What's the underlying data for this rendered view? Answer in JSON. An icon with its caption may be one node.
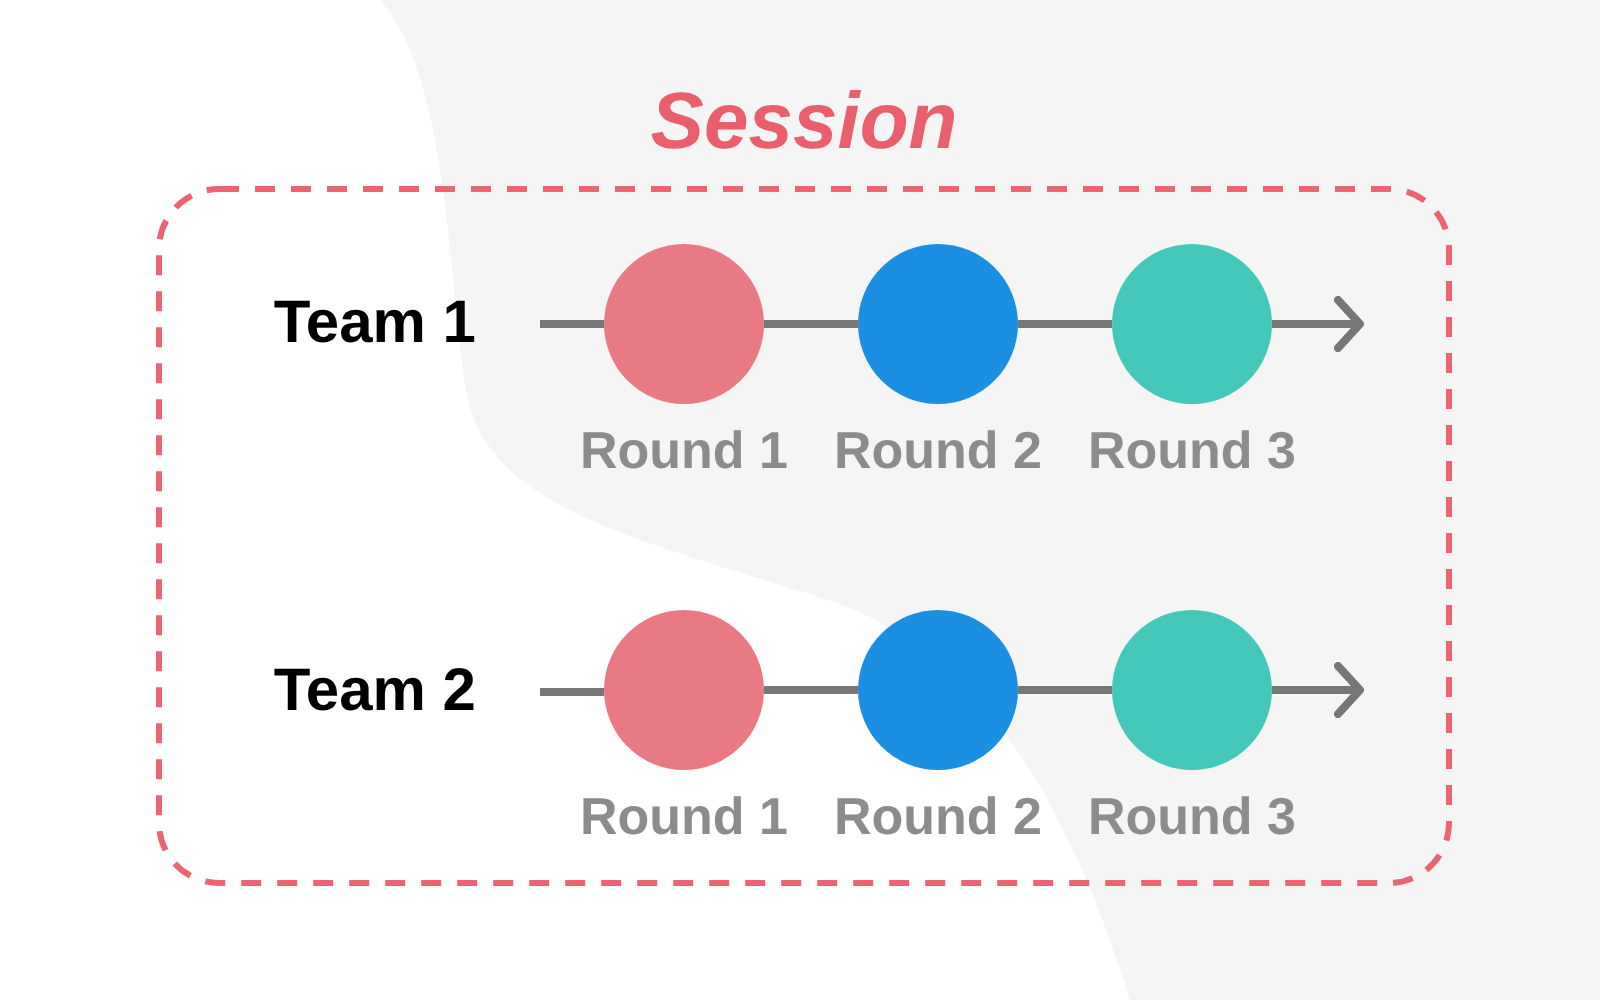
{
  "diagram": {
    "nodes": [
      {
        "text": [
          "Session"
        ]
      },
      {
        "text": [
          "Team 1"
        ],
        "in": 0
      },
      {
        "text": [],
        "shape": "circle",
        "beside": [
          "Round 1"
        ],
        "in": 0
      },
      {
        "text": [],
        "shape": "circle",
        "beside": [
          "Round 2"
        ],
        "in": 0
      },
      {
        "text": [],
        "shape": "circle",
        "beside": [
          "Round 3"
        ],
        "in": 0
      },
      {
        "text": [
          "Team 2"
        ],
        "in": 0
      },
      {
        "text": [],
        "shape": "circle",
        "beside": [
          "Round 1"
        ],
        "in": 0
      },
      {
        "text": [],
        "shape": "circle",
        "beside": [
          "Round 2"
        ],
        "in": 0
      },
      {
        "text": [],
        "shape": "circle",
        "beside": [
          "Round 3"
        ],
        "in": 0
      }
    ],
    "edges": [
      {
        "from": 1,
        "to": 2,
        "arrow": "none"
      },
      {
        "from": 2,
        "to": 3,
        "arrow": "none"
      },
      {
        "from": 3,
        "to": 4,
        "arrow": "none"
      },
      {
        "from": 4,
        "to": null,
        "arrow": "to"
      },
      {
        "from": 5,
        "to": 6,
        "arrow": "none"
      },
      {
        "from": 6,
        "to": 7,
        "arrow": "none"
      },
      {
        "from": 7,
        "to": 8,
        "arrow": "none"
      },
      {
        "from": 8,
        "to": null,
        "arrow": "to"
      }
    ]
  }
}
